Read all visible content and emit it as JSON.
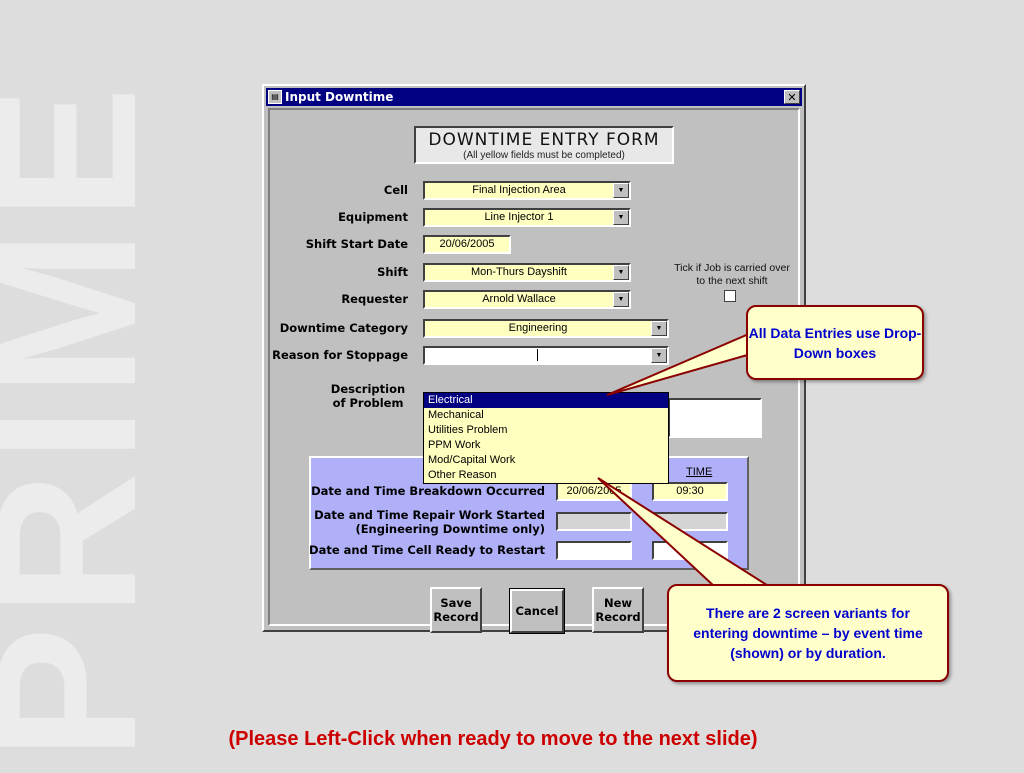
{
  "watermark": "PRIME",
  "window": {
    "title": "Input Downtime",
    "close_label": "✕"
  },
  "form": {
    "heading": "DOWNTIME ENTRY FORM",
    "subheading": "(All yellow fields must be completed)"
  },
  "fields": {
    "cell": {
      "label": "Cell",
      "value": "Final Injection Area"
    },
    "equipment": {
      "label": "Equipment",
      "value": "Line Injector 1"
    },
    "shift_start_date": {
      "label": "Shift Start Date",
      "value": "20/06/2005"
    },
    "shift": {
      "label": "Shift",
      "value": "Mon-Thurs Dayshift"
    },
    "requester": {
      "label": "Requester",
      "value": "Arnold Wallace"
    },
    "downtime_category": {
      "label": "Downtime Category",
      "value": "Engineering"
    },
    "reason_for_stoppage": {
      "label": "Reason for Stoppage",
      "value": ""
    },
    "description": {
      "label": "Description\nof Problem"
    }
  },
  "carry_over": {
    "label": "Tick if Job is carried over\nto the next shift",
    "checked": false
  },
  "reason_options": [
    "Electrical",
    "Mechanical",
    "Utilities Problem",
    "PPM Work",
    "Mod/Capital Work",
    "Other Reason"
  ],
  "reason_selected_index": 0,
  "times_panel": {
    "time_header": "TIME",
    "rows": [
      {
        "label": "Date and Time Breakdown Occurred",
        "date": "20/06/2005",
        "time": "09:30"
      },
      {
        "label": "Date and Time Repair Work Started\n(Engineering Downtime only)",
        "date": "",
        "time": ""
      },
      {
        "label": "Date and Time Cell Ready to Restart",
        "date": "",
        "time": ""
      }
    ]
  },
  "buttons": {
    "save": "Save\nRecord",
    "cancel": "Cancel",
    "new": "New\nRecord"
  },
  "callouts": {
    "dropdown": "All Data Entries use Drop-Down boxes",
    "variants": "There are 2 screen variants for entering downtime – by event time (shown) or by duration."
  },
  "footer": "(Please Left-Click when ready to move to the next slide)",
  "colors": {
    "background": "#dddddd",
    "field_yellow": "#ffffc0",
    "panel_lavender": "#b0b0f8",
    "titlebar": "#000080",
    "callout_text": "#0000cc",
    "callout_border": "#8b0000",
    "footer": "#cc0000"
  }
}
